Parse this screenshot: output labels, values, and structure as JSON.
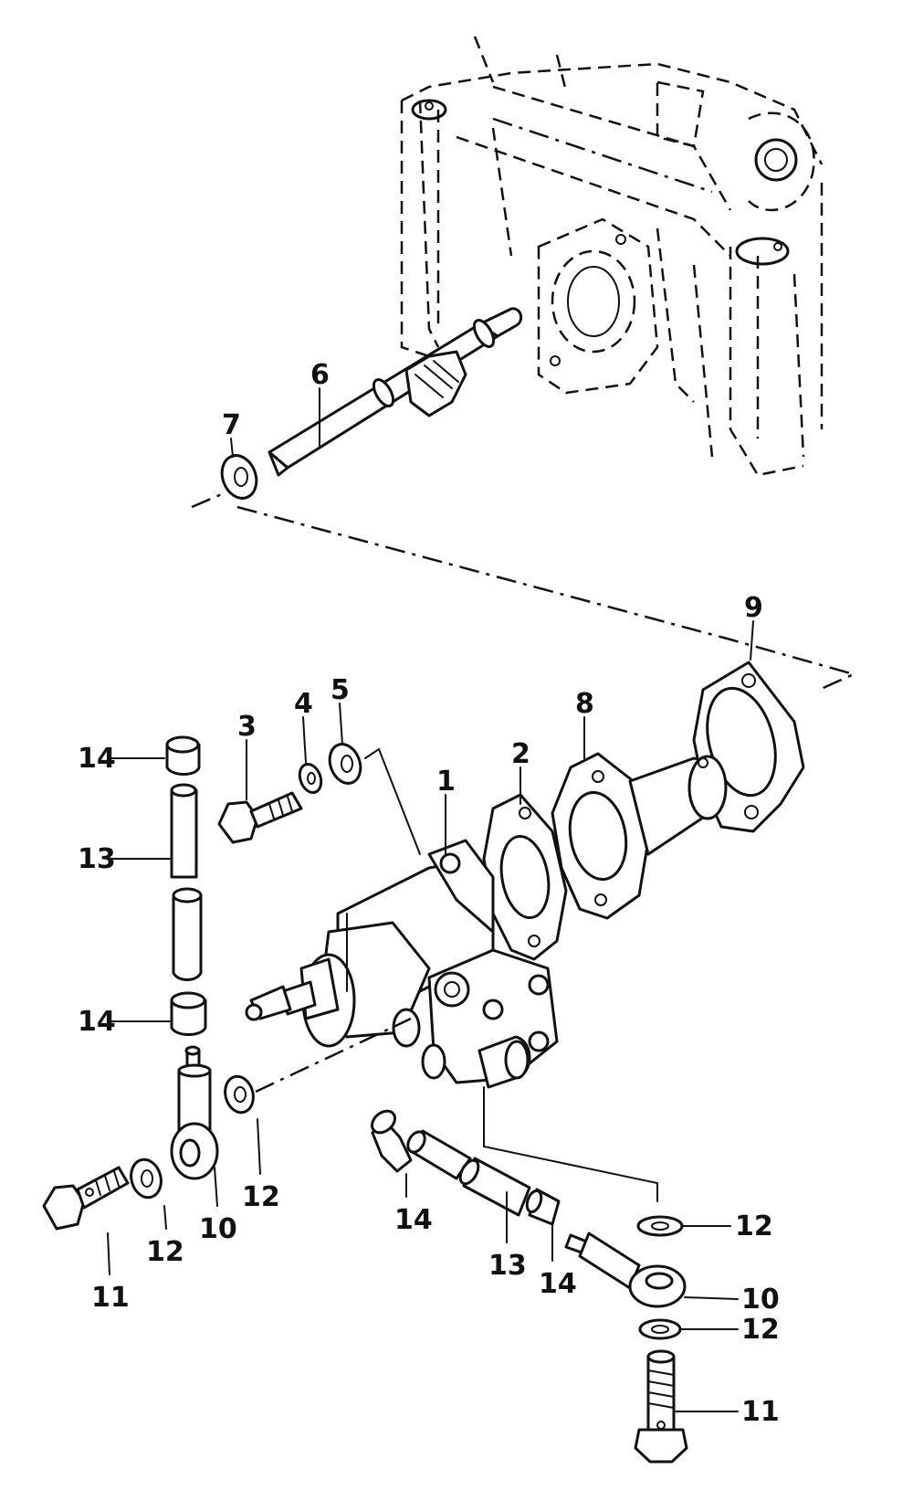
{
  "callouts": [
    {
      "id": "c1",
      "text": "1"
    },
    {
      "id": "c2",
      "text": "2"
    },
    {
      "id": "c3",
      "text": "3"
    },
    {
      "id": "c4",
      "text": "4"
    },
    {
      "id": "c5",
      "text": "5"
    },
    {
      "id": "c6",
      "text": "6"
    },
    {
      "id": "c7",
      "text": "7"
    },
    {
      "id": "c8",
      "text": "8"
    },
    {
      "id": "c9",
      "text": "9"
    },
    {
      "id": "c10a",
      "text": "10"
    },
    {
      "id": "c10b",
      "text": "10"
    },
    {
      "id": "c11a",
      "text": "11"
    },
    {
      "id": "c11b",
      "text": "11"
    },
    {
      "id": "c12a",
      "text": "12"
    },
    {
      "id": "c12b",
      "text": "12"
    },
    {
      "id": "c12c",
      "text": "12"
    },
    {
      "id": "c12d",
      "text": "12"
    },
    {
      "id": "c13a",
      "text": "13"
    },
    {
      "id": "c13b",
      "text": "13"
    },
    {
      "id": "c14a",
      "text": "14"
    },
    {
      "id": "c14b",
      "text": "14"
    },
    {
      "id": "c14c",
      "text": "14"
    },
    {
      "id": "c14d",
      "text": "14"
    }
  ]
}
